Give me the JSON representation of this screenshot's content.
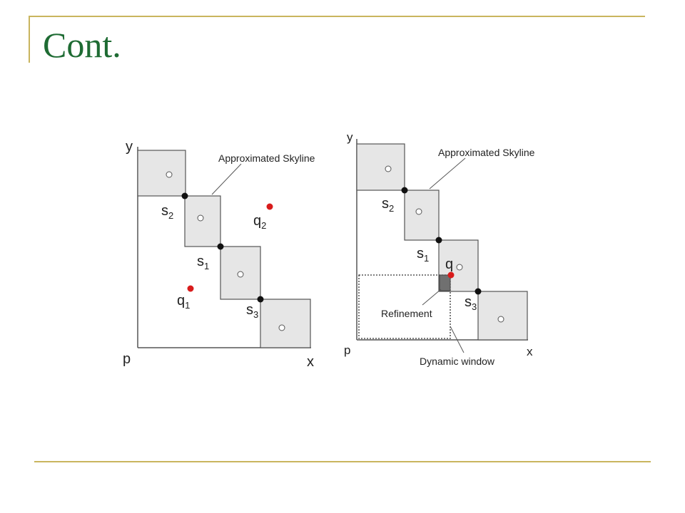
{
  "title": "Cont.",
  "colors": {
    "title": "#1e6b33",
    "rule": "#c9b55e",
    "box_fill": "#e6e6e6",
    "query_point": "#d81b1b",
    "refinement_fill": "#707070"
  },
  "left_figure": {
    "y_axis": "y",
    "x_axis": "x",
    "origin": "p",
    "annotation": "Approximated Skyline",
    "s2": {
      "base": "s",
      "sub": "2"
    },
    "s1": {
      "base": "s",
      "sub": "1"
    },
    "s3": {
      "base": "s",
      "sub": "3"
    },
    "q2": {
      "base": "q",
      "sub": "2"
    },
    "q1": {
      "base": "q",
      "sub": "1"
    }
  },
  "right_figure": {
    "y_axis": "y",
    "x_axis": "x",
    "origin": "p",
    "annotation": "Approximated Skyline",
    "s2": {
      "base": "s",
      "sub": "2"
    },
    "s1": {
      "base": "s",
      "sub": "1"
    },
    "s3": {
      "base": "s",
      "sub": "3"
    },
    "q": "q",
    "refinement": "Refinement",
    "dynamic_window": "Dynamic window"
  }
}
